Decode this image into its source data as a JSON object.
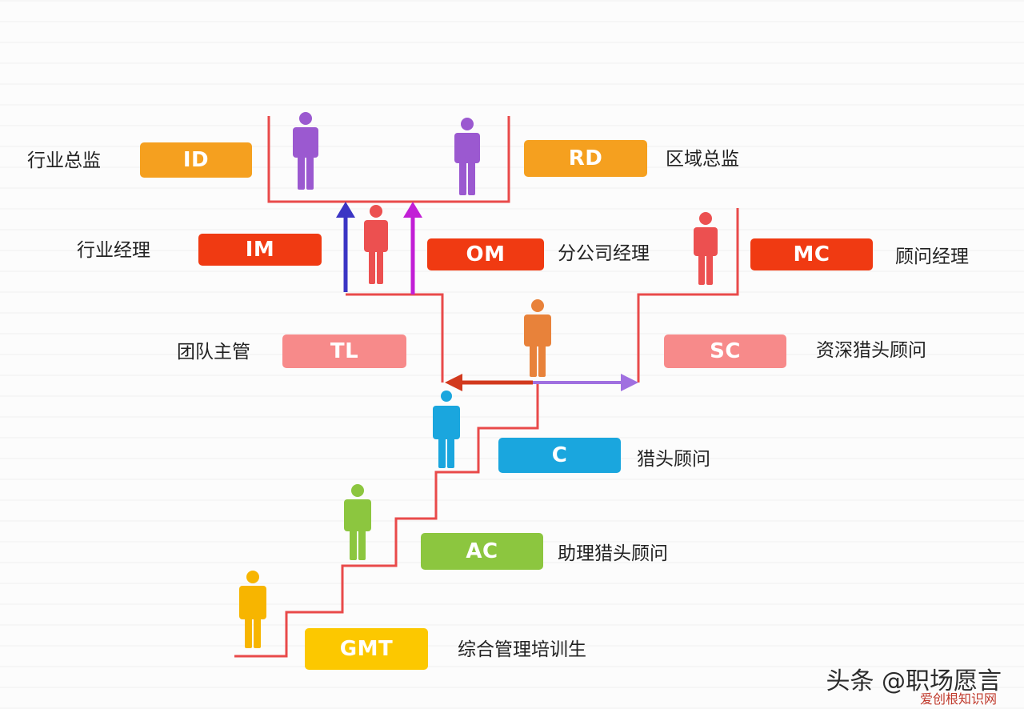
{
  "roles": [
    {
      "key": "id",
      "code": "ID",
      "name": "行业总监",
      "color": "#f5a01f"
    },
    {
      "key": "rd",
      "code": "RD",
      "name": "区域总监",
      "color": "#f5a01f"
    },
    {
      "key": "im",
      "code": "IM",
      "name": "行业经理",
      "color": "#f03a12"
    },
    {
      "key": "om",
      "code": "OM",
      "name": "分公司经理",
      "color": "#f03a12"
    },
    {
      "key": "mc",
      "code": "MC",
      "name": "顾问经理",
      "color": "#f03a12"
    },
    {
      "key": "tl",
      "code": "TL",
      "name": "团队主管",
      "color": "#f78a8a"
    },
    {
      "key": "sc",
      "code": "SC",
      "name": "资深猎头顾问",
      "color": "#f78a8a"
    },
    {
      "key": "c",
      "code": "C",
      "name": "猎头顾问",
      "color": "#1aa6de"
    },
    {
      "key": "ac",
      "code": "AC",
      "name": "助理猎头顾问",
      "color": "#8cc63f"
    },
    {
      "key": "gmt",
      "code": "GMT",
      "name": "综合管理培训生",
      "color": "#fcc800"
    }
  ],
  "figure_colors": {
    "director": "#9b59d0",
    "manager": "#ec5050",
    "senior": "#e8823a",
    "consultant": "#1aa6de",
    "assistant": "#8cc63f",
    "trainee": "#f7b500"
  },
  "line_colors": {
    "stairs": "#e94a4a",
    "arrow_im": "#3b35c4",
    "arrow_om": "#c21fd6",
    "arrow_left": "#d23a1e",
    "arrow_right": "#a070e0"
  },
  "watermark": {
    "main": "头条 @职场愿言",
    "sub": "爱创根知识网"
  }
}
